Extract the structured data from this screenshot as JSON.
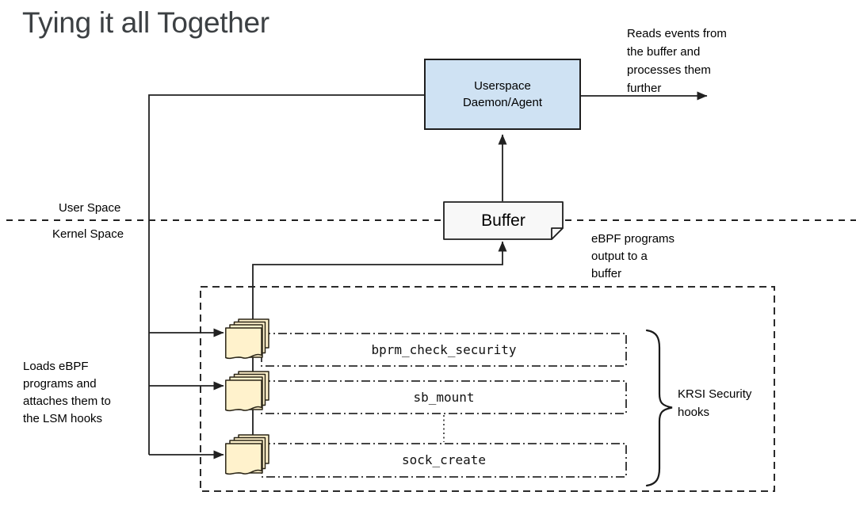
{
  "title": "Tying it all Together",
  "nodes": {
    "userspace_daemon": "Userspace\nDaemon/Agent",
    "buffer": "Buffer"
  },
  "hooks": [
    "bprm_check_security",
    "sb_mount",
    "sock_create"
  ],
  "annotations": {
    "reads_events": "Reads events from\nthe buffer and\nprocesses them\nfurther",
    "ebpf_output": "eBPF programs\noutput to a\nbuffer",
    "loads_ebpf": "Loads eBPF\nprograms and\nattaches them to\nthe LSM hooks",
    "krsi_hooks": "KRSI Security\nhooks",
    "user_space": "User Space",
    "kernel_space": "Kernel Space"
  },
  "colors": {
    "userspace_fill": "#cfe2f3",
    "buffer_fill": "#f8f8f8",
    "doc_fill": "#fff2cc",
    "line": "#212121",
    "title": "#3c4043"
  }
}
